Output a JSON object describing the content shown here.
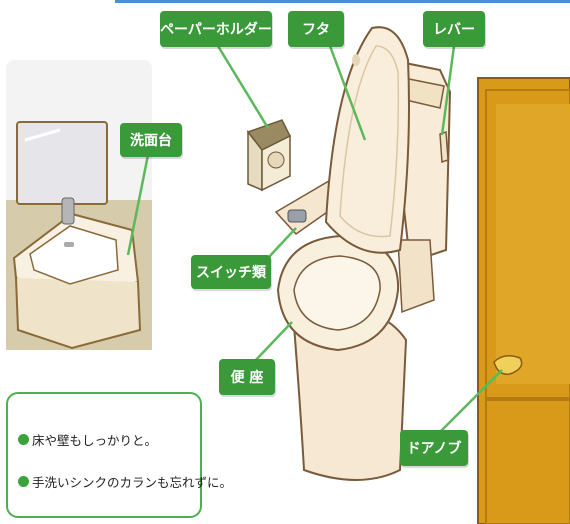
{
  "labels": {
    "paper_holder": "ペーパーホルダー",
    "lid": "フタ",
    "lever": "レバー",
    "washbasin": "洗面台",
    "switches": "スイッチ類",
    "toilet_seat": "便 座",
    "door_knob": "ドアノブ"
  },
  "tips": [
    "床や壁もしっかりと。",
    "手洗いシンクのカランも忘れずに。"
  ],
  "colors": {
    "label_green": "#3a9a3a",
    "line_green": "#5cb85c",
    "tips_border": "#4caf50",
    "toilet_cream": "#f8ecd8",
    "door_gold": "#d99a1a"
  }
}
